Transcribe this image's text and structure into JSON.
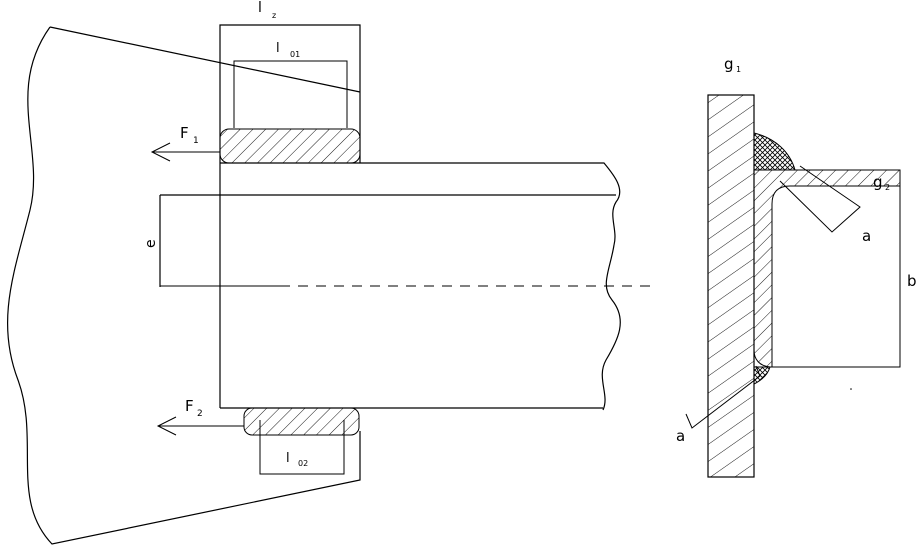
{
  "labels": {
    "lz_main": "l",
    "lz_sub": "z",
    "l01_main": "l",
    "l01_sub": "01",
    "l02_main": "l",
    "l02_sub": "02",
    "f1_main": "F",
    "f1_sub": "1",
    "f2_main": "F",
    "f2_sub": "2",
    "e": "e",
    "g1_main": "g",
    "g1_sub": "1",
    "g2_main": "g",
    "g2_sub": "2",
    "a_upper": "a",
    "a_lower": "a",
    "b": "b"
  }
}
